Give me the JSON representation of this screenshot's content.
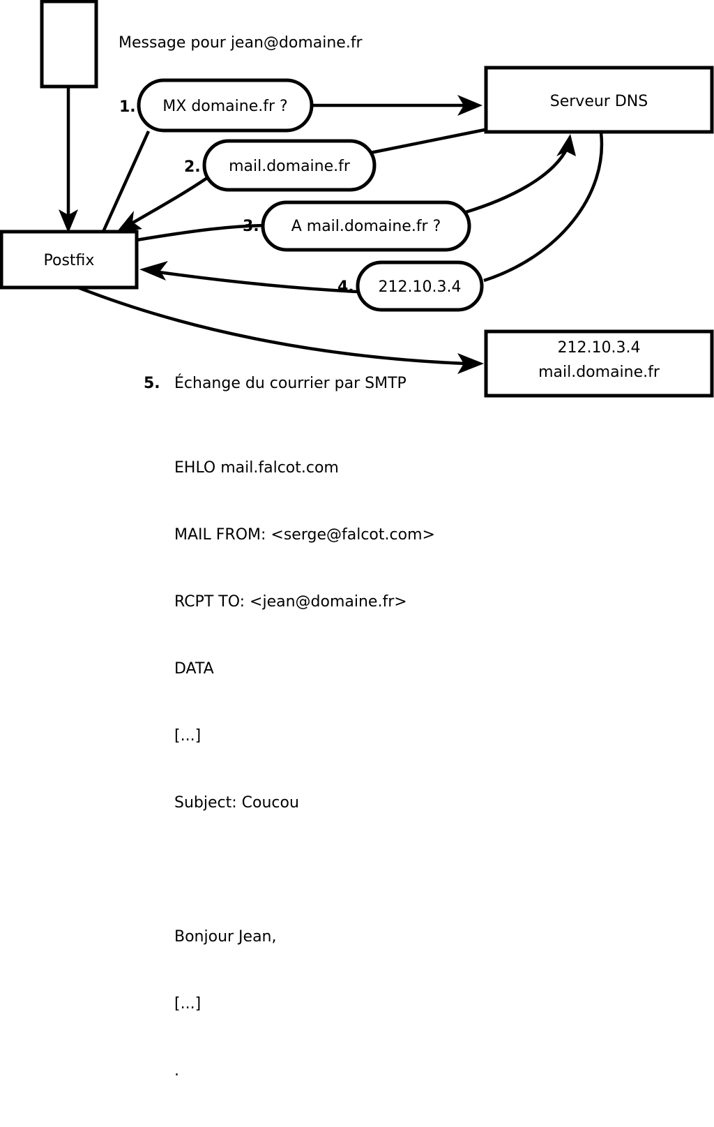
{
  "diagram": {
    "caption_top": "Message pour jean@domaine.fr",
    "nodes": {
      "client": {
        "label": ""
      },
      "postfix": {
        "label": "Postfix"
      },
      "dns": {
        "label": "Serveur DNS"
      },
      "mailserver": {
        "line1": "212.10.3.4",
        "line2": "mail.domaine.fr"
      }
    },
    "steps": [
      {
        "num": "1.",
        "text": "MX domaine.fr ?"
      },
      {
        "num": "2.",
        "text": "mail.domaine.fr"
      },
      {
        "num": "3.",
        "text": "A mail.domaine.fr ?"
      },
      {
        "num": "4.",
        "text": "212.10.3.4"
      },
      {
        "num": "5.",
        "text": "Échange du courrier par SMTP"
      }
    ],
    "smtp_transcript": [
      "EHLO mail.falcot.com",
      "MAIL FROM: <serge@falcot.com>",
      "RCPT TO: <jean@domaine.fr>",
      "DATA",
      "[...]",
      "Subject: Coucou",
      "",
      "Bonjour Jean,",
      "[...]",
      "."
    ],
    "colors": {
      "stroke": "#000000",
      "fill": "#ffffff",
      "text": "#000000"
    }
  }
}
